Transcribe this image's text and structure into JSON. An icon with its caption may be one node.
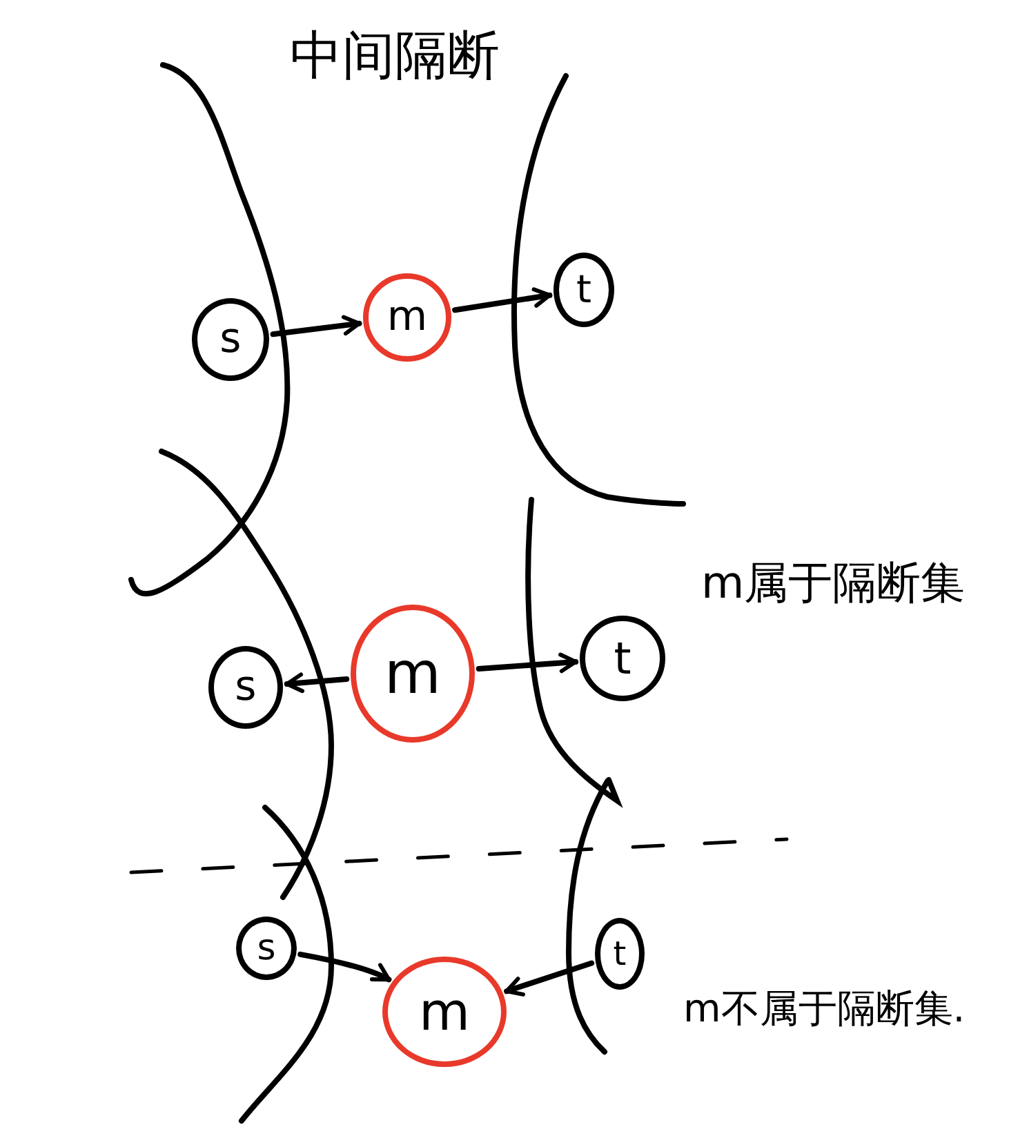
{
  "diagram": {
    "nodes": [
      {
        "text": [
          "s"
        ]
      },
      {
        "text": [
          "m"
        ]
      },
      {
        "text": [
          "t"
        ]
      },
      {
        "text": [
          "s"
        ]
      },
      {
        "text": [
          "m"
        ]
      },
      {
        "text": [
          "t"
        ]
      },
      {
        "text": [
          "s"
        ]
      },
      {
        "text": [
          "m"
        ]
      },
      {
        "text": [
          "t"
        ]
      }
    ],
    "edges": [
      {
        "from": 0,
        "to": 1,
        "arrow": "to"
      },
      {
        "from": 1,
        "to": 2,
        "arrow": "to"
      },
      {
        "from": 4,
        "to": 3,
        "arrow": "to"
      },
      {
        "from": 4,
        "to": 5,
        "arrow": "to"
      },
      {
        "from": 6,
        "to": 7,
        "arrow": "to"
      },
      {
        "from": 8,
        "to": 7,
        "arrow": "to"
      }
    ],
    "labels": [
      "中间隔断",
      "m属于隔断集",
      "m不属于隔断集."
    ]
  }
}
